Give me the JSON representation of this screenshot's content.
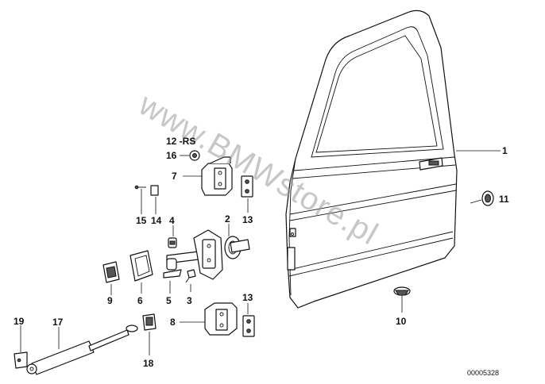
{
  "watermark": "www.BMWstore.pl",
  "doc_id": "00005328",
  "callouts": [
    "1",
    "2",
    "3",
    "4",
    "5",
    "6",
    "7",
    "8",
    "9",
    "10",
    "11",
    "12 -RS",
    "13",
    "13",
    "14",
    "15",
    "16",
    "17",
    "18",
    "19"
  ],
  "colors": {
    "line": "#111111",
    "watermark": "#9a9a9a",
    "background": "#ffffff"
  }
}
